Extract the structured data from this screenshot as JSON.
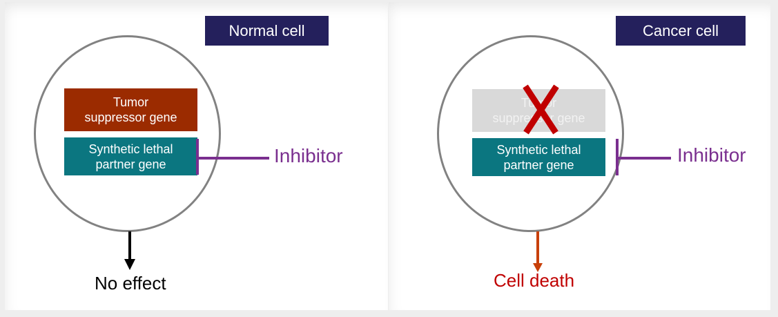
{
  "colors": {
    "title_bg": "#24205c",
    "tumor_suppressor": "#9b2b00",
    "tumor_suppressor_lost": "#d9d9d9",
    "synthetic_lethal_partner": "#0b7680",
    "inhibitor": "#7a2f8f",
    "cell_outline": "#828282",
    "cross_mark": "#c00000",
    "death_arrow": "#c8400a",
    "death_text": "#c00000",
    "no_effect": "#000000"
  },
  "panels": [
    {
      "id": "normal",
      "title": "Normal cell",
      "tumor_suppressor_gene": "Tumor\nsuppressor gene",
      "partner_gene": "Synthetic lethal\npartner gene",
      "inhibitor_label": "Inhibitor",
      "outcome": "No effect",
      "tumor_suppressor_lost": false
    },
    {
      "id": "cancer",
      "title": "Cancer cell",
      "tumor_suppressor_gene": "Tumor\nsuppressor gene",
      "partner_gene": "Synthetic lethal\npartner gene",
      "inhibitor_label": "Inhibitor",
      "outcome": "Cell death",
      "tumor_suppressor_lost": true
    }
  ]
}
